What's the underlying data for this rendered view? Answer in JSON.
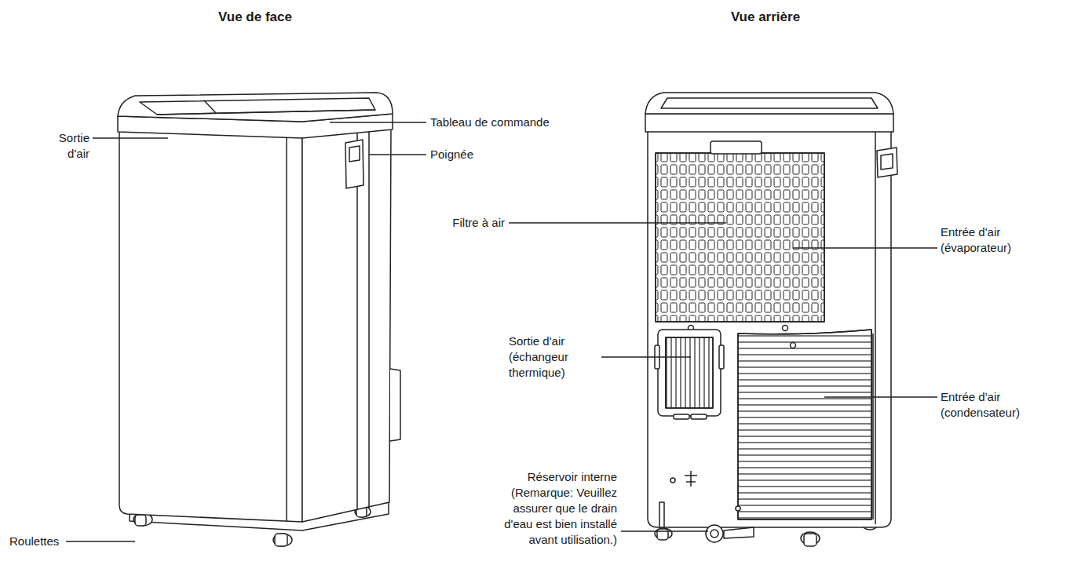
{
  "diagram": {
    "labels": [
      "Vue de face",
      "Vue arrière",
      "Sortie d'air",
      "Tableau de commande",
      "Poignée",
      "Roulettes",
      "Filtre à air",
      "Entrée d'air (évaporateur)",
      "Sortie d'air (échangeur thermique)",
      "Entrée d'air (condensateur)",
      "Réservoir interne (Remarque: Veuillez assurer que le drain d'eau est bien installé avant utilisation.)"
    ]
  }
}
